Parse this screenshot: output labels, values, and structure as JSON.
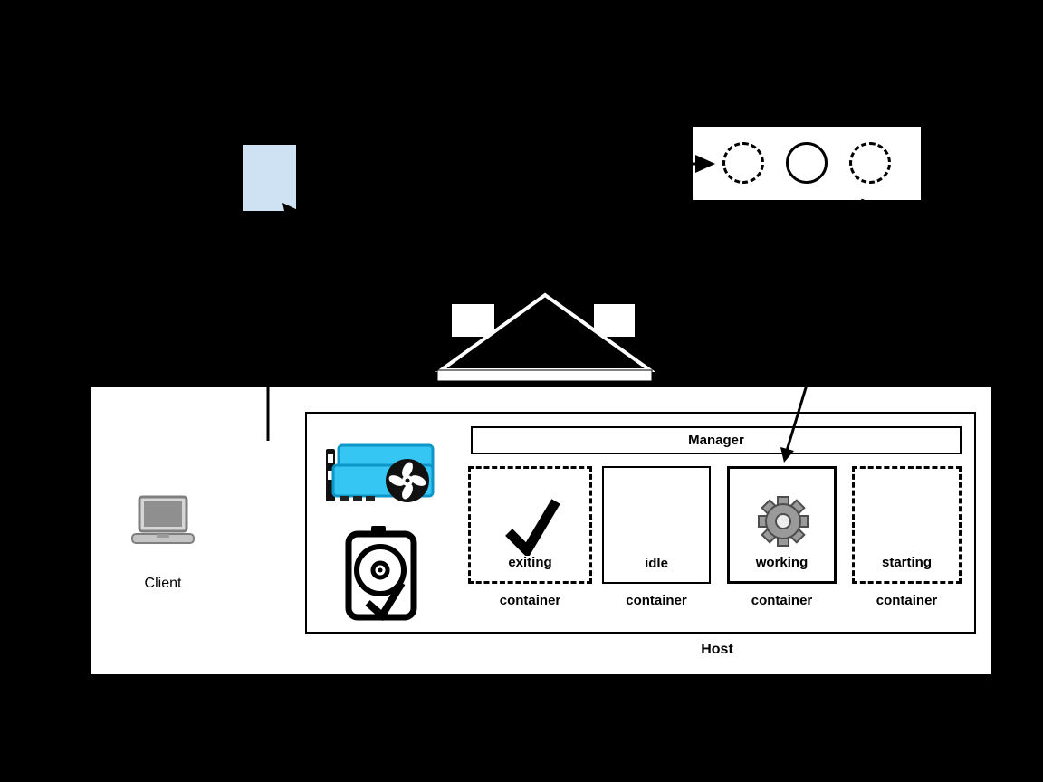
{
  "document": {
    "name": "document"
  },
  "scheduler": {
    "circles": [
      {
        "style": "dashed"
      },
      {
        "style": "solid"
      },
      {
        "style": "dashed"
      }
    ]
  },
  "host": {
    "label": "Host",
    "client_label": "Client",
    "manager_label": "Manager",
    "containers": [
      {
        "state": "exiting",
        "label": "container",
        "border": "dashed",
        "icon": "check-icon"
      },
      {
        "state": "idle",
        "label": "container",
        "border": "solid",
        "icon": ""
      },
      {
        "state": "working",
        "label": "container",
        "border": "solid",
        "icon": "gear-icon"
      },
      {
        "state": "starting",
        "label": "container",
        "border": "dashed",
        "icon": ""
      }
    ]
  },
  "icons": {
    "document": "document-icon",
    "gpu": "gpu-card-icon",
    "hdd": "hard-drive-icon",
    "client": "laptop-icon",
    "check": "check-icon",
    "gear": "gear-icon",
    "arrow_to_scheduler": "arrow-right-icon",
    "arrow_to_working": "arrow-down-icon"
  },
  "colors": {
    "background": "#000000",
    "panel_white": "#ffffff",
    "document_fill": "#cfe2f3",
    "gpu_cyan": "#35c6f4",
    "gear_gray": "#9a9a9a"
  }
}
